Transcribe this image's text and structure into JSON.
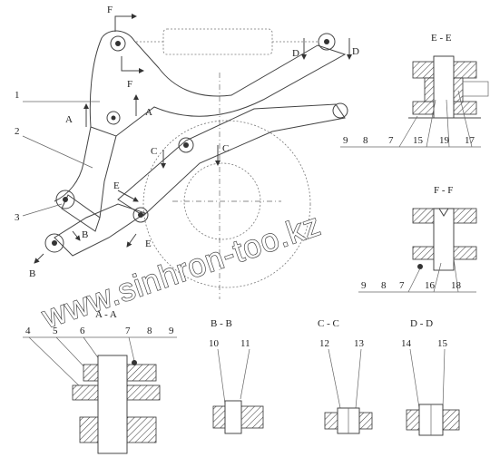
{
  "watermark": "www.sinhron-too.kz",
  "section_titles": {
    "aa": "A - A",
    "bb": "B - B",
    "cc": "C - C",
    "dd": "D - D",
    "ee": "E - E",
    "ff": "F - F"
  },
  "cut_letters": {
    "f": "F",
    "a": "A",
    "b": "B",
    "c": "C",
    "d": "D",
    "e": "E"
  },
  "part_numbers": {
    "n1": "1",
    "n2": "2",
    "n3": "3",
    "n4": "4",
    "n5": "5",
    "n6": "6",
    "n7": "7",
    "n8": "8",
    "n9": "9",
    "n10": "10",
    "n11": "11",
    "n12": "12",
    "n13": "13",
    "n14": "14",
    "n15": "15",
    "n16": "16",
    "n17": "17",
    "n18": "18",
    "n19": "19"
  }
}
